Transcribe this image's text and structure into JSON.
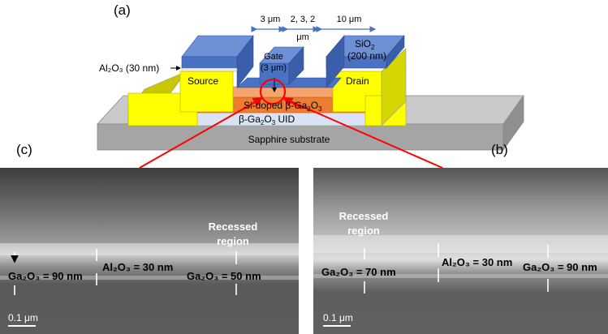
{
  "panels": {
    "a": "(a)",
    "b": "(b)",
    "c": "(c)"
  },
  "schematic": {
    "dim_left_value": "3 μm",
    "dim_mid_value": "2, 3, 2",
    "dim_mid_unit": "μm",
    "dim_right_value": "10 μm",
    "sio2_formula": "SiO",
    "sio2_sub": "2",
    "sio2_thickness": "(200 nm)",
    "al2o3_label": "Al₂O₃ (30 nm)",
    "gate_label": "Gate",
    "gate_length": "(3 μm)",
    "source": "Source",
    "drain": "Drain",
    "channel_prefix": "Si-doped β-Ga",
    "channel_sub1": "2",
    "channel_mid": "O",
    "channel_sub2": "3",
    "uid_prefix": "β-Ga",
    "uid_sub1": "2",
    "uid_mid": "O",
    "uid_sub2": "3",
    "uid_suffix": " UID",
    "substrate": "Sapphire substrate"
  },
  "sem_c": {
    "ga2o3_left": "Ga₂O₃ = 90 nm",
    "al2o3": "Al₂O₃ = 30 nm",
    "recessed_line1": "Recessed",
    "recessed_line2": "region",
    "ga2o3_recessed": "Ga₂O₃ = 50 nm",
    "scale": "0.1 μm"
  },
  "sem_b": {
    "recessed_line1": "Recessed",
    "recessed_line2": "region",
    "ga2o3_recessed": "Ga₂O₃ = 70 nm",
    "al2o3": "Al₂O₃ = 30 nm",
    "ga2o3_right": "Ga₂O₃ = 90 nm",
    "scale": "0.1 μm"
  },
  "colors": {
    "sio2": "#4a72c4",
    "source_drain": "#ffff00",
    "channel": "#ed7d31",
    "uid": "#dae3f3",
    "substrate": "#a5a5a5",
    "callout": "#ff0000",
    "dimension": "#4a72c4"
  }
}
